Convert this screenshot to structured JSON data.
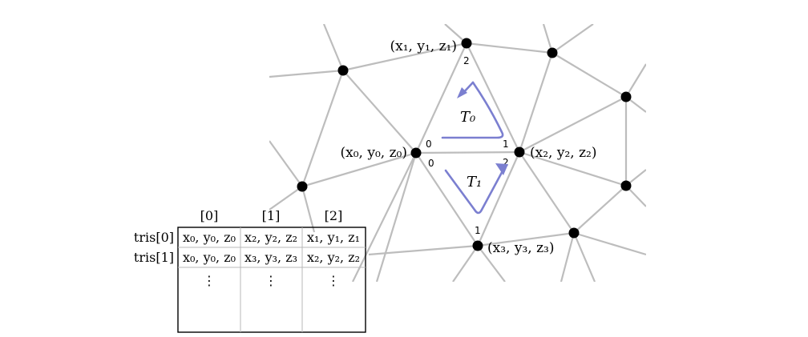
{
  "vertices": [
    {
      "id": "v0",
      "label": "(x₀, y₀, z₀)"
    },
    {
      "id": "v1",
      "label": "(x₁, y₁, z₁)"
    },
    {
      "id": "v2",
      "label": "(x₂, y₂, z₂)"
    },
    {
      "id": "v3",
      "label": "(x₃, y₃, z₃)"
    }
  ],
  "corner_indices": {
    "t0_v0": "0",
    "t0_v2": "1",
    "t0_v1": "2",
    "t1_v0": "0",
    "t1_v2": "2",
    "t1_v3": "1"
  },
  "triangles": [
    {
      "name": "T₀"
    },
    {
      "name": "T₁"
    }
  ],
  "table": {
    "columns": [
      "[0]",
      "[1]",
      "[2]"
    ],
    "rows": [
      {
        "label": "tris[0]",
        "cells": [
          "x₀, y₀, z₀",
          "x₂, y₂, z₂",
          "x₁, y₁, z₁"
        ]
      },
      {
        "label": "tris[1]",
        "cells": [
          "x₀, y₀, z₀",
          "x₃, y₃, z₃",
          "x₂, y₂, z₂"
        ]
      }
    ],
    "ellipsis": "⋮"
  },
  "colors": {
    "edge": "#bdbdbd",
    "vertex": "#000000",
    "arrow": "#7b7fd0"
  }
}
